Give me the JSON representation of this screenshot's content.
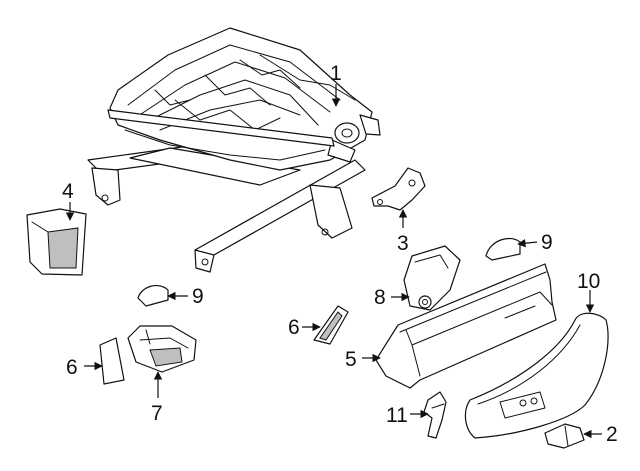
{
  "diagram": {
    "callouts": {
      "c1": "1",
      "c2": "2",
      "c3": "3",
      "c4": "4",
      "c5": "5",
      "c6a": "6",
      "c6b": "6",
      "c7": "7",
      "c8": "8",
      "c9a": "9",
      "c9b": "9",
      "c10": "10",
      "c11": "11"
    },
    "colors": {
      "line": "#111111",
      "background": "#ffffff",
      "shading": "#bfbfbf"
    }
  }
}
